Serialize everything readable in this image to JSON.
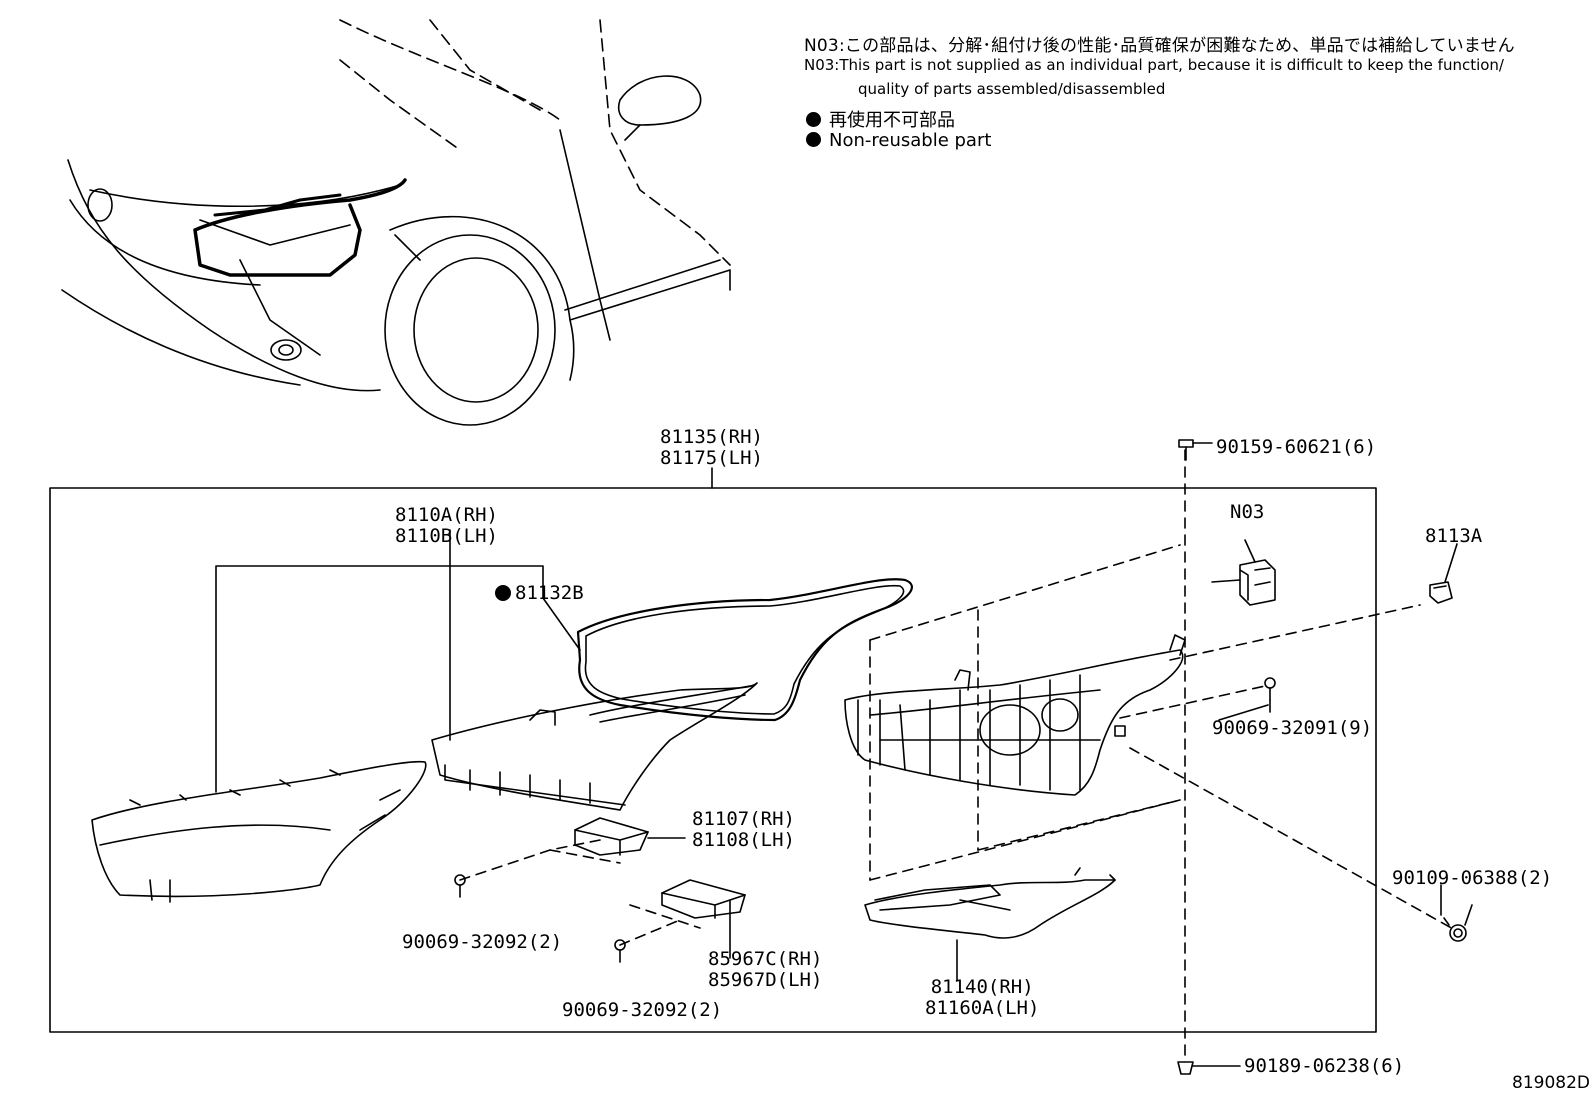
{
  "notes": {
    "jp": "N03:この部品は、分解･組付け後の性能･品質確保が困難なため、単品では補給していません",
    "en_line1": "N03:This part is not supplied as an individual part, because it is difficult to keep the function/",
    "en_line2": "quality of parts assembled/disassembled"
  },
  "legend": {
    "jp": "再使用不可部品",
    "en": "Non-reusable part"
  },
  "labels": {
    "assy_rh": "81135(RH)",
    "assy_lh": "81175(LH)",
    "lens_rh": "8110A(RH)",
    "lens_lh": "8110B(LH)",
    "gasket": "81132B",
    "n03": "N03",
    "socket": "8113A",
    "screw_top": "90159-60621(6)",
    "screw_mid": "90069-32091(9)",
    "screw_right": "90109-06388(2)",
    "screw_bottom": "90189-06238(6)",
    "computer_rh": "81107(RH)",
    "computer_lh": "81108(LH)",
    "screw_left": "90069-32092(2)",
    "driver_rh": "85967C(RH)",
    "driver_lh": "85967D(LH)",
    "screw_center": "90069-32092(2)",
    "cover_rh": "81140(RH)",
    "cover_lh": "81160A(LH)",
    "diagram_id": "819082D"
  }
}
